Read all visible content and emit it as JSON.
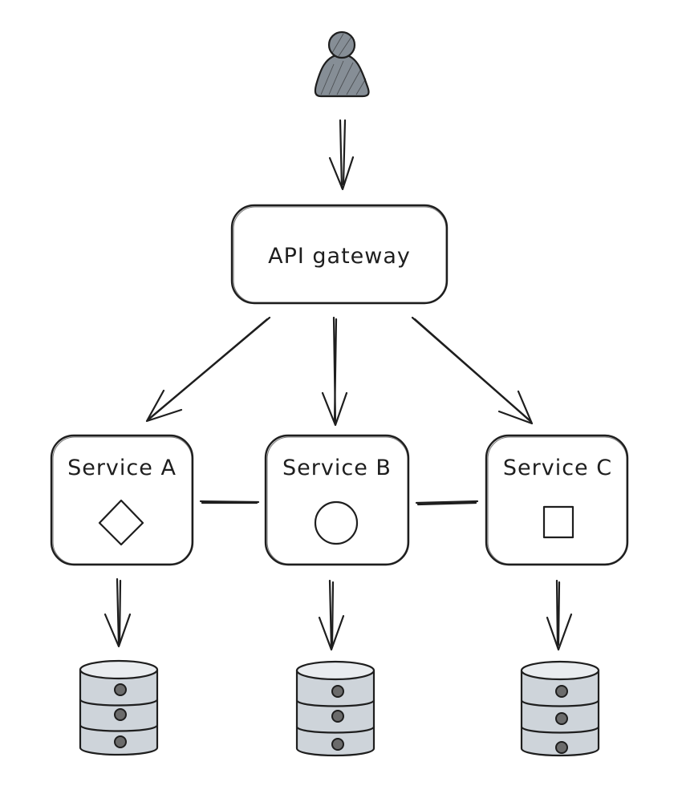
{
  "gateway": {
    "label": "API gateway"
  },
  "services": [
    {
      "label": "Service A",
      "shape_icon": "diamond-icon"
    },
    {
      "label": "Service B",
      "shape_icon": "circle-icon"
    },
    {
      "label": "Service C",
      "shape_icon": "square-icon"
    }
  ],
  "icons": {
    "user": "user-icon",
    "database": "database-icon"
  },
  "colors": {
    "stroke": "#1e1e1e",
    "database_fill": "#ced4da",
    "user_fill": "#868e96"
  }
}
